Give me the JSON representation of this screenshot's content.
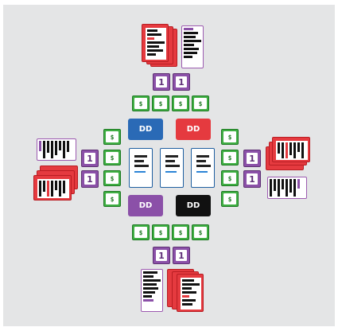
{
  "card_labels": {
    "one": "1",
    "money": "$"
  },
  "center_characters": [
    {
      "name": "blue-character-card",
      "color": "#2a6ab6",
      "label": "DD"
    },
    {
      "name": "red-character-card",
      "color": "#e53a3f",
      "label": "DD"
    },
    {
      "name": "purple-character-card",
      "color": "#8b50a8",
      "label": "DD"
    },
    {
      "name": "black-character-card",
      "color": "#111111",
      "label": "DD"
    }
  ],
  "colors": {
    "table": "#e4e5e6",
    "red": "#e53a3f",
    "purple": "#8b50a8",
    "green": "#3fae43",
    "blue": "#2a6ab6",
    "black": "#111111"
  }
}
